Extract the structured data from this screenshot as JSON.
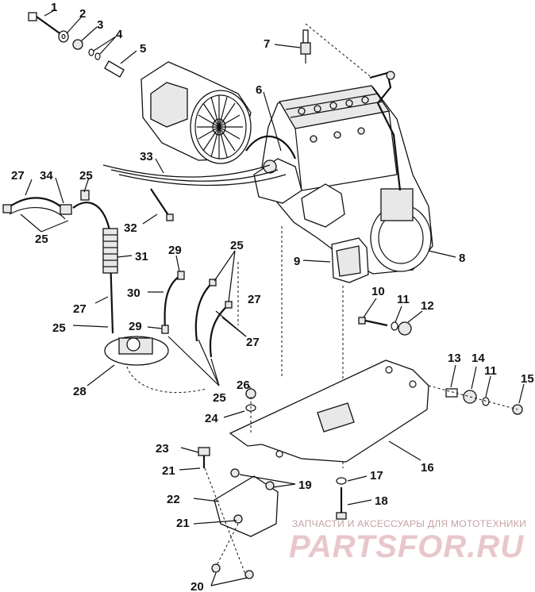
{
  "diagram": {
    "callouts": [
      "1",
      "2",
      "3",
      "4",
      "5",
      "6",
      "7",
      "8",
      "9",
      "10",
      "11",
      "12",
      "13",
      "14",
      "11",
      "15",
      "16",
      "17",
      "18",
      "19",
      "20",
      "21",
      "22",
      "21",
      "23",
      "24",
      "25",
      "26",
      "27",
      "28",
      "29",
      "30",
      "31",
      "27",
      "25",
      "29",
      "25",
      "27",
      "25",
      "32",
      "33",
      "34",
      "25",
      "27"
    ]
  },
  "watermark": {
    "tagline": "ЗАПЧАСТИ И АКСЕССУАРЫ ДЛЯ МОТОТЕХНИКИ",
    "brand": "PARTSFOR.RU"
  }
}
